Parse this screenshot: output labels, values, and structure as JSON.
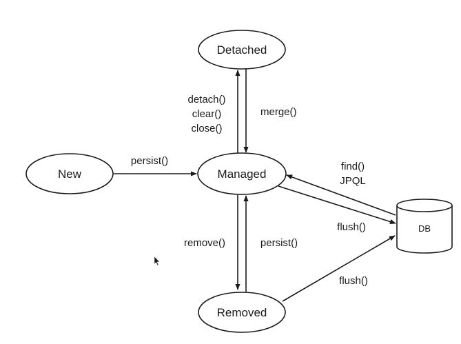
{
  "nodes": {
    "detached": "Detached",
    "new": "New",
    "managed": "Managed",
    "removed": "Removed",
    "db": "DB"
  },
  "edges": {
    "detach": [
      "detach()",
      "clear()",
      "close()"
    ],
    "merge": "merge()",
    "persist_new": "persist()",
    "find": [
      "find()",
      "JPQL"
    ],
    "flush_managed": "flush()",
    "remove": "remove()",
    "persist_removed": "persist()",
    "flush_removed": "flush()"
  }
}
